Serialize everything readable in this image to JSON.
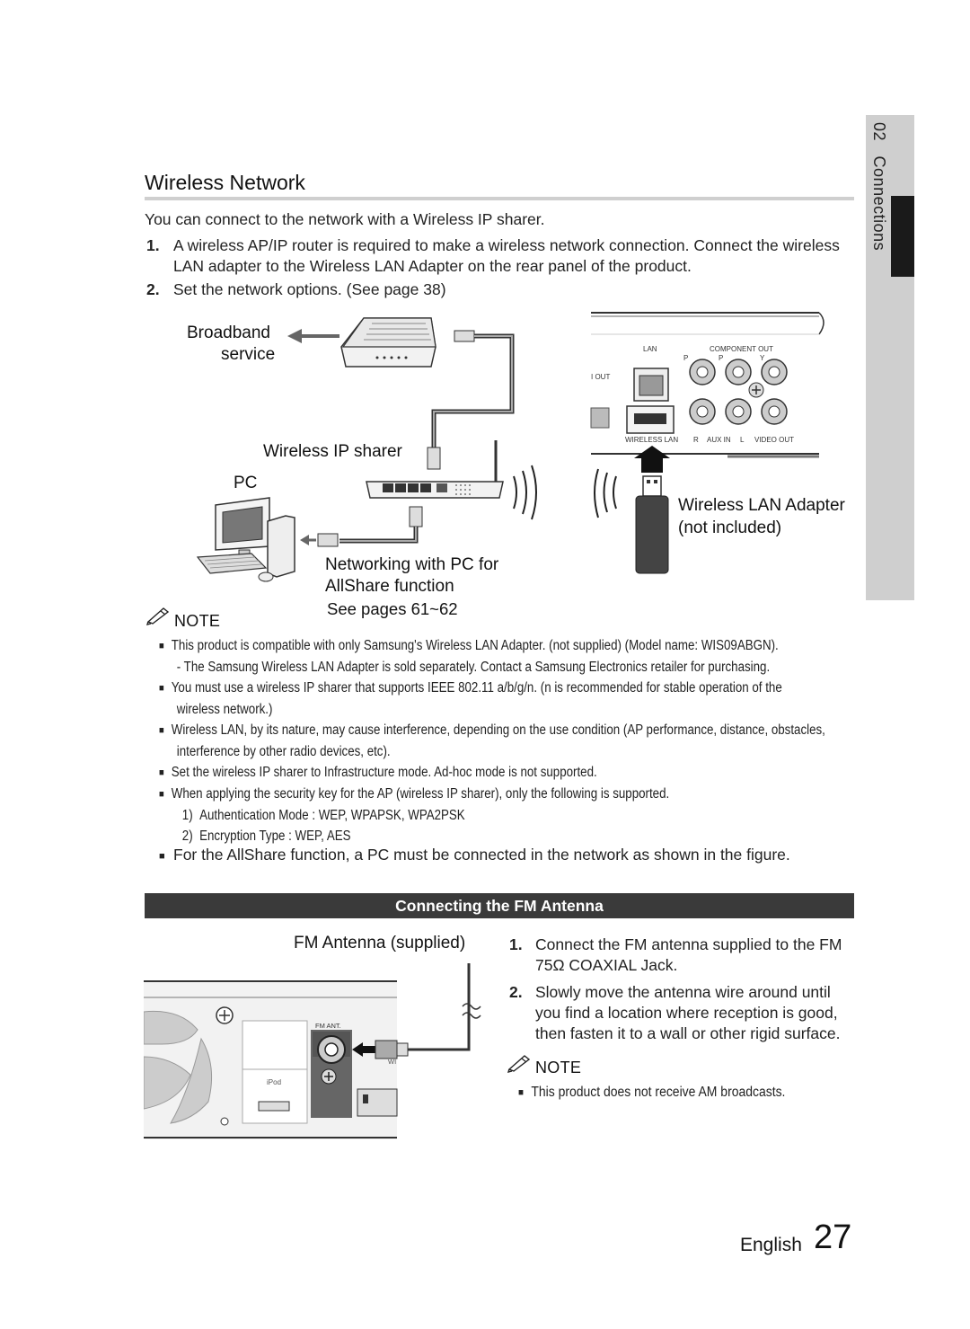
{
  "side_tab": {
    "chapter": "02",
    "label": "Connections"
  },
  "wireless": {
    "title": "Wireless Network",
    "intro": "You can connect to the network with a Wireless IP sharer.",
    "steps": [
      {
        "num": "1.",
        "text_line1": "A wireless AP/IP router is required to make a wireless network connection. Connect the wireless",
        "text_line2": "LAN adapter to the Wireless LAN Adapter on the rear panel of the product."
      },
      {
        "num": "2.",
        "text_line1": "Set the network options. (See page 38)"
      }
    ]
  },
  "diagram": {
    "broadband_line1": "Broadband",
    "broadband_line2": "service",
    "sharer": "Wireless IP sharer",
    "pc": "PC",
    "adapter_line1": "Wireless LAN Adapter",
    "adapter_line2": "(not included)",
    "networking_line1": "Networking with PC for",
    "networking_line2": "AllShare function",
    "networking_line3": "See pages 61~62",
    "panel": {
      "lan": "LAN",
      "component_out": "COMPONENT OUT",
      "pb": "P",
      "pr": "P",
      "y": "Y",
      "out": "I OUT",
      "wireless_lan": "WIRELESS LAN",
      "r": "R",
      "aux_in": "AUX IN",
      "l": "L",
      "video_out": "VIDEO OUT"
    }
  },
  "note1": {
    "heading": "NOTE",
    "items": [
      {
        "line1": "This product is compatible with only Samsung's Wireless LAN Adapter. (not supplied) (Model name: WIS09ABGN).",
        "line2": "- The Samsung Wireless LAN Adapter is sold separately. Contact a Samsung Electronics retailer for purchasing."
      },
      {
        "line1": "You must use a wireless IP sharer that supports IEEE 802.11 a/b/g/n. (n is recommended for stable operation of the",
        "line2": "wireless network.)"
      },
      {
        "line1": "Wireless LAN, by its nature, may cause interference, depending on the use condition (AP performance, distance, obstacles,",
        "line2": "interference by other radio devices, etc)."
      },
      {
        "line1": "Set the wireless IP sharer to Infrastructure mode. Ad-hoc mode is not supported."
      },
      {
        "line1": "When applying the security key for the AP (wireless IP sharer), only the following is supported."
      }
    ],
    "sub_items": [
      {
        "num": "1)",
        "text": "Authentication Mode : WEP, WPAPSK, WPA2PSK"
      },
      {
        "num": "2)",
        "text": "Encryption Type : WEP, AES"
      }
    ],
    "allshare": "For the AllShare function, a PC must be connected in the network as shown in the figure."
  },
  "fm": {
    "bar_title": "Connecting the FM Antenna",
    "antenna_label": "FM Antenna (supplied)",
    "fm_ant": "FM ANT.",
    "ipod": "iPod",
    "wi": "WI",
    "steps": [
      {
        "num": "1.",
        "line1": "Connect the FM antenna supplied to the FM",
        "line2": "75Ω COAXIAL Jack."
      },
      {
        "num": "2.",
        "line1": "Slowly move the antenna wire around until",
        "line2": "you find a location where reception is good,",
        "line3": "then fasten it to a wall or other rigid surface."
      }
    ],
    "note_heading": "NOTE",
    "note_item": "This product does not receive AM broadcasts."
  },
  "footer": {
    "language": "English",
    "page": "27"
  }
}
